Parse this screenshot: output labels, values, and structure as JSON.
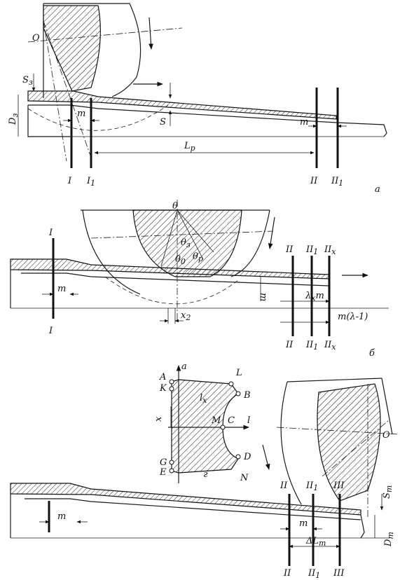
{
  "panel_a": {
    "label_O": "O",
    "label_S3": "S",
    "label_S3_sub": "з",
    "label_D3": "D",
    "label_D3_sub": "з",
    "label_S": "S",
    "label_m_left": "m",
    "label_m_right": "m",
    "label_Lp": "L",
    "label_Lp_sub": "р",
    "label_I": "I",
    "label_I1": "I",
    "label_I1_sub": "1",
    "label_II": "II",
    "label_II1": "II",
    "label_II1_sub": "1",
    "panel_letter": "а"
  },
  "panel_b": {
    "label_theta": "θ",
    "label_theta3": "θ",
    "label_theta3_sub": "з",
    "label_theta0": "θ",
    "label_theta0_sub": "0",
    "label_thetap": "θ",
    "label_thetap_sub": "р",
    "label_I_top": "I",
    "label_I_bot": "I",
    "label_m_left": "m",
    "label_m_right": "m",
    "label_x2": "x",
    "label_x2_sub": "2",
    "label_lambda": "λ",
    "label_lambda_sub": "x",
    "label_lambda_m": "m",
    "label_m_lambda": "m(λ-1)",
    "label_II_top": "II",
    "label_II1_top": "II",
    "label_II1_top_sub": "1",
    "label_IIx_top": "II",
    "label_IIx_top_sub": "x",
    "label_II_bot": "II",
    "label_II1_bot": "II",
    "label_II1_bot_sub": "1",
    "label_IIx_bot": "II",
    "label_IIx_bot_sub": "x",
    "panel_letter": "б"
  },
  "panel_g": {
    "label_a": "a",
    "label_A": "A",
    "label_K": "K",
    "label_L": "L",
    "label_B": "B",
    "label_lx": "l",
    "label_lx_sub": "x",
    "label_x": "x",
    "label_M": "M",
    "label_C": "C",
    "label_l": "l",
    "label_G": "G",
    "label_E": "E",
    "label_D": "D",
    "label_N": "N",
    "panel_letter": "г"
  },
  "panel_c": {
    "label_O": "O",
    "label_II": "II",
    "label_II1": "II",
    "label_II1_sub": "1",
    "label_III": "III",
    "label_Sm": "S",
    "label_Sm_sub": "т",
    "label_m_left": "m",
    "label_m_right": "m",
    "label_dLt": "ΔL",
    "label_dLt_sub": "т",
    "label_Dt": "D",
    "label_Dt_sub": "т",
    "label_II_bot": "II",
    "label_II1_bot": "II",
    "label_II1_bot_sub": "1",
    "label_III_bot": "III"
  }
}
